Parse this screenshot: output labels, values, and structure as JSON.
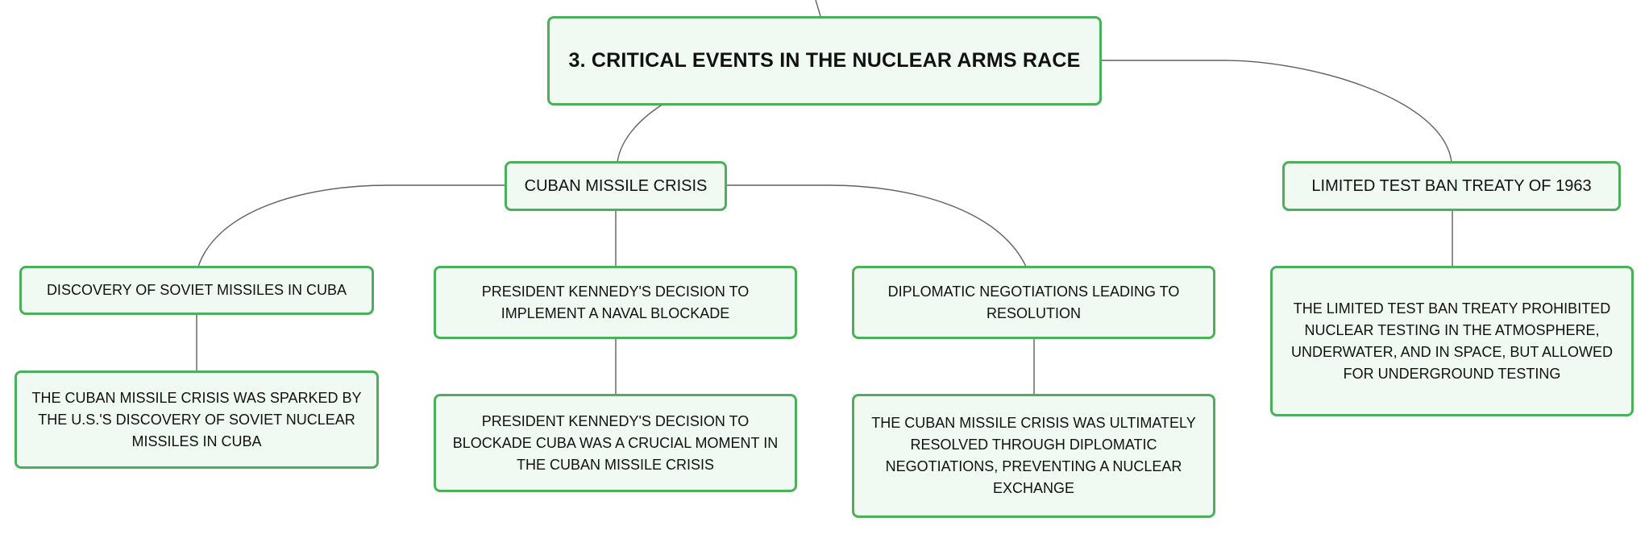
{
  "diagram": {
    "type": "mind-map",
    "colors": {
      "node_border": "#4caf5c",
      "node_fill": "#f1f9f3",
      "connector": "#5f5f5f",
      "text": "#111111"
    },
    "root": {
      "label": "3. CRITICAL EVENTS IN THE NUCLEAR ARMS RACE"
    },
    "cuban_missile_crisis": {
      "label": "CUBAN MISSILE CRISIS",
      "children": [
        {
          "label": "DISCOVERY OF SOVIET MISSILES IN CUBA",
          "detail": "THE CUBAN MISSILE CRISIS WAS SPARKED BY THE U.S.'S DISCOVERY OF SOVIET NUCLEAR MISSILES IN CUBA"
        },
        {
          "label": "PRESIDENT KENNEDY'S DECISION TO IMPLEMENT A NAVAL BLOCKADE",
          "detail": "PRESIDENT KENNEDY'S DECISION TO BLOCKADE CUBA WAS A CRUCIAL MOMENT IN THE CUBAN MISSILE CRISIS"
        },
        {
          "label": "DIPLOMATIC NEGOTIATIONS LEADING TO RESOLUTION",
          "detail": "THE CUBAN MISSILE CRISIS WAS ULTIMATELY RESOLVED THROUGH DIPLOMATIC NEGOTIATIONS, PREVENTING A NUCLEAR EXCHANGE"
        }
      ]
    },
    "limited_test_ban_treaty": {
      "label": "LIMITED TEST BAN TREATY OF 1963",
      "detail": "THE LIMITED TEST BAN TREATY PROHIBITED NUCLEAR TESTING IN THE ATMOSPHERE, UNDERWATER, AND IN SPACE, BUT ALLOWED FOR UNDERGROUND TESTING"
    }
  }
}
